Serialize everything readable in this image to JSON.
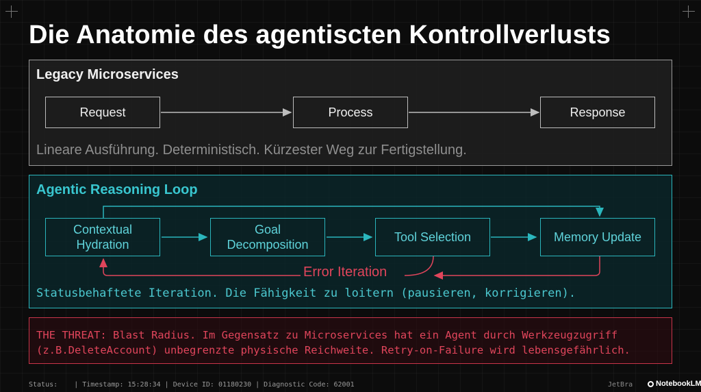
{
  "title": "Die Anatomie des agentiscten Kontrollverlusts",
  "legacy": {
    "heading": "Legacy Microservices",
    "steps": [
      "Request",
      "Process",
      "Response"
    ],
    "caption": "Lineare Ausführung. Deterministisch. Kürzester Weg zur Fertigstellung."
  },
  "agentic": {
    "heading": "Agentic Reasoning Loop",
    "steps": [
      "Contextual\nHydration",
      "Goal\nDecomposition",
      "Tool Selection",
      "Memory Update"
    ],
    "error_label": "Error Iteration",
    "caption": "Statusbehaftete Iteration. Die Fähigkeit zu loitern (pausieren, korrigieren)."
  },
  "threat": {
    "text": "THE THREAT: Blast Radius. Im Gegensatz zu Microservices hat ein Agent durch Werkzeugzugriff\n(z.B.DeleteAccount) unbegrenzte physische Reichweite. Retry-on-Failure wird lebensgefährlich."
  },
  "status_bar": {
    "text": "Status:    | Timestamp: 15:28:34 | Device ID: 01180230 | Diagnostic Code: 62001"
  },
  "branding": {
    "jet": "JetBra",
    "notebook": "NotebookLM"
  },
  "colors": {
    "legacy_border": "#9a9a9a",
    "agentic_accent": "#2bb6bd",
    "threat_red": "#e0455b"
  }
}
